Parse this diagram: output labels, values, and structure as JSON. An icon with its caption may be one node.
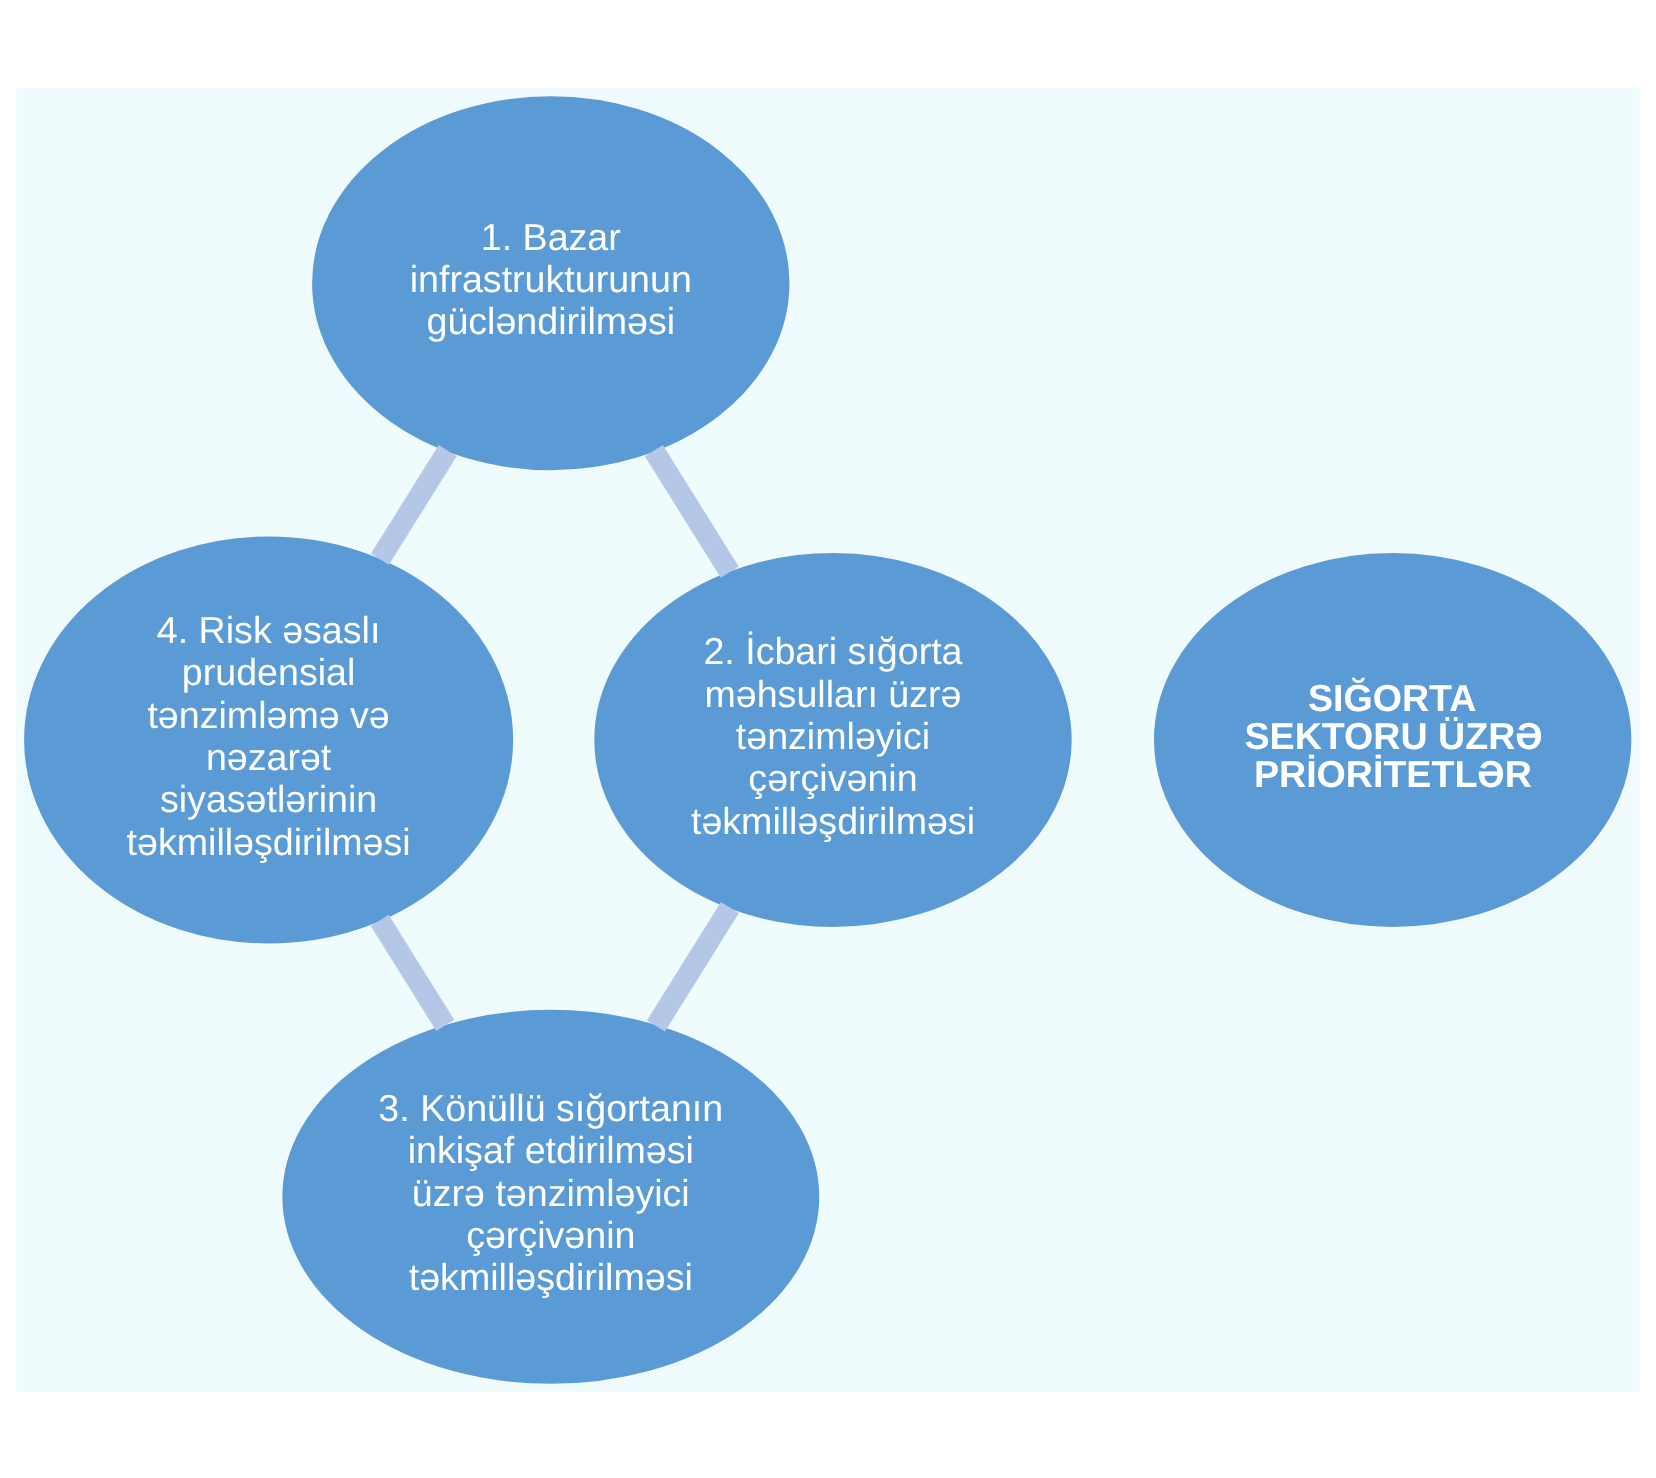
{
  "diagram": {
    "nodes": [
      {
        "text": [
          "1. Bazar infrastrukturunun gücləndirilməsi"
        ]
      },
      {
        "text": [
          "4. Risk əsaslı prudensial tənzimləmə və nəzarət siyasətlərinin təkmilləşdirilməsi"
        ]
      },
      {
        "text": [
          "SIĞORTA SEKTORU ÜZRƏ PRİORİTETLƏR"
        ]
      },
      {
        "text": [
          "2. İcbari sığorta məhsulları üzrə tənzimləyici çərçivənin təkmilləşdirilməsi"
        ]
      },
      {
        "text": [
          "3. Könüllü sığortanın inkişaf etdirilməsi üzrə tənzimləyici çərçivənin təkmilləşdirilməsi"
        ]
      }
    ],
    "edges": [
      {
        "from": 0,
        "to": 3,
        "arrow": "none"
      },
      {
        "from": 3,
        "to": 4,
        "arrow": "none"
      },
      {
        "from": 4,
        "to": 1,
        "arrow": "none"
      },
      {
        "from": 1,
        "to": 0,
        "arrow": "none"
      }
    ]
  }
}
